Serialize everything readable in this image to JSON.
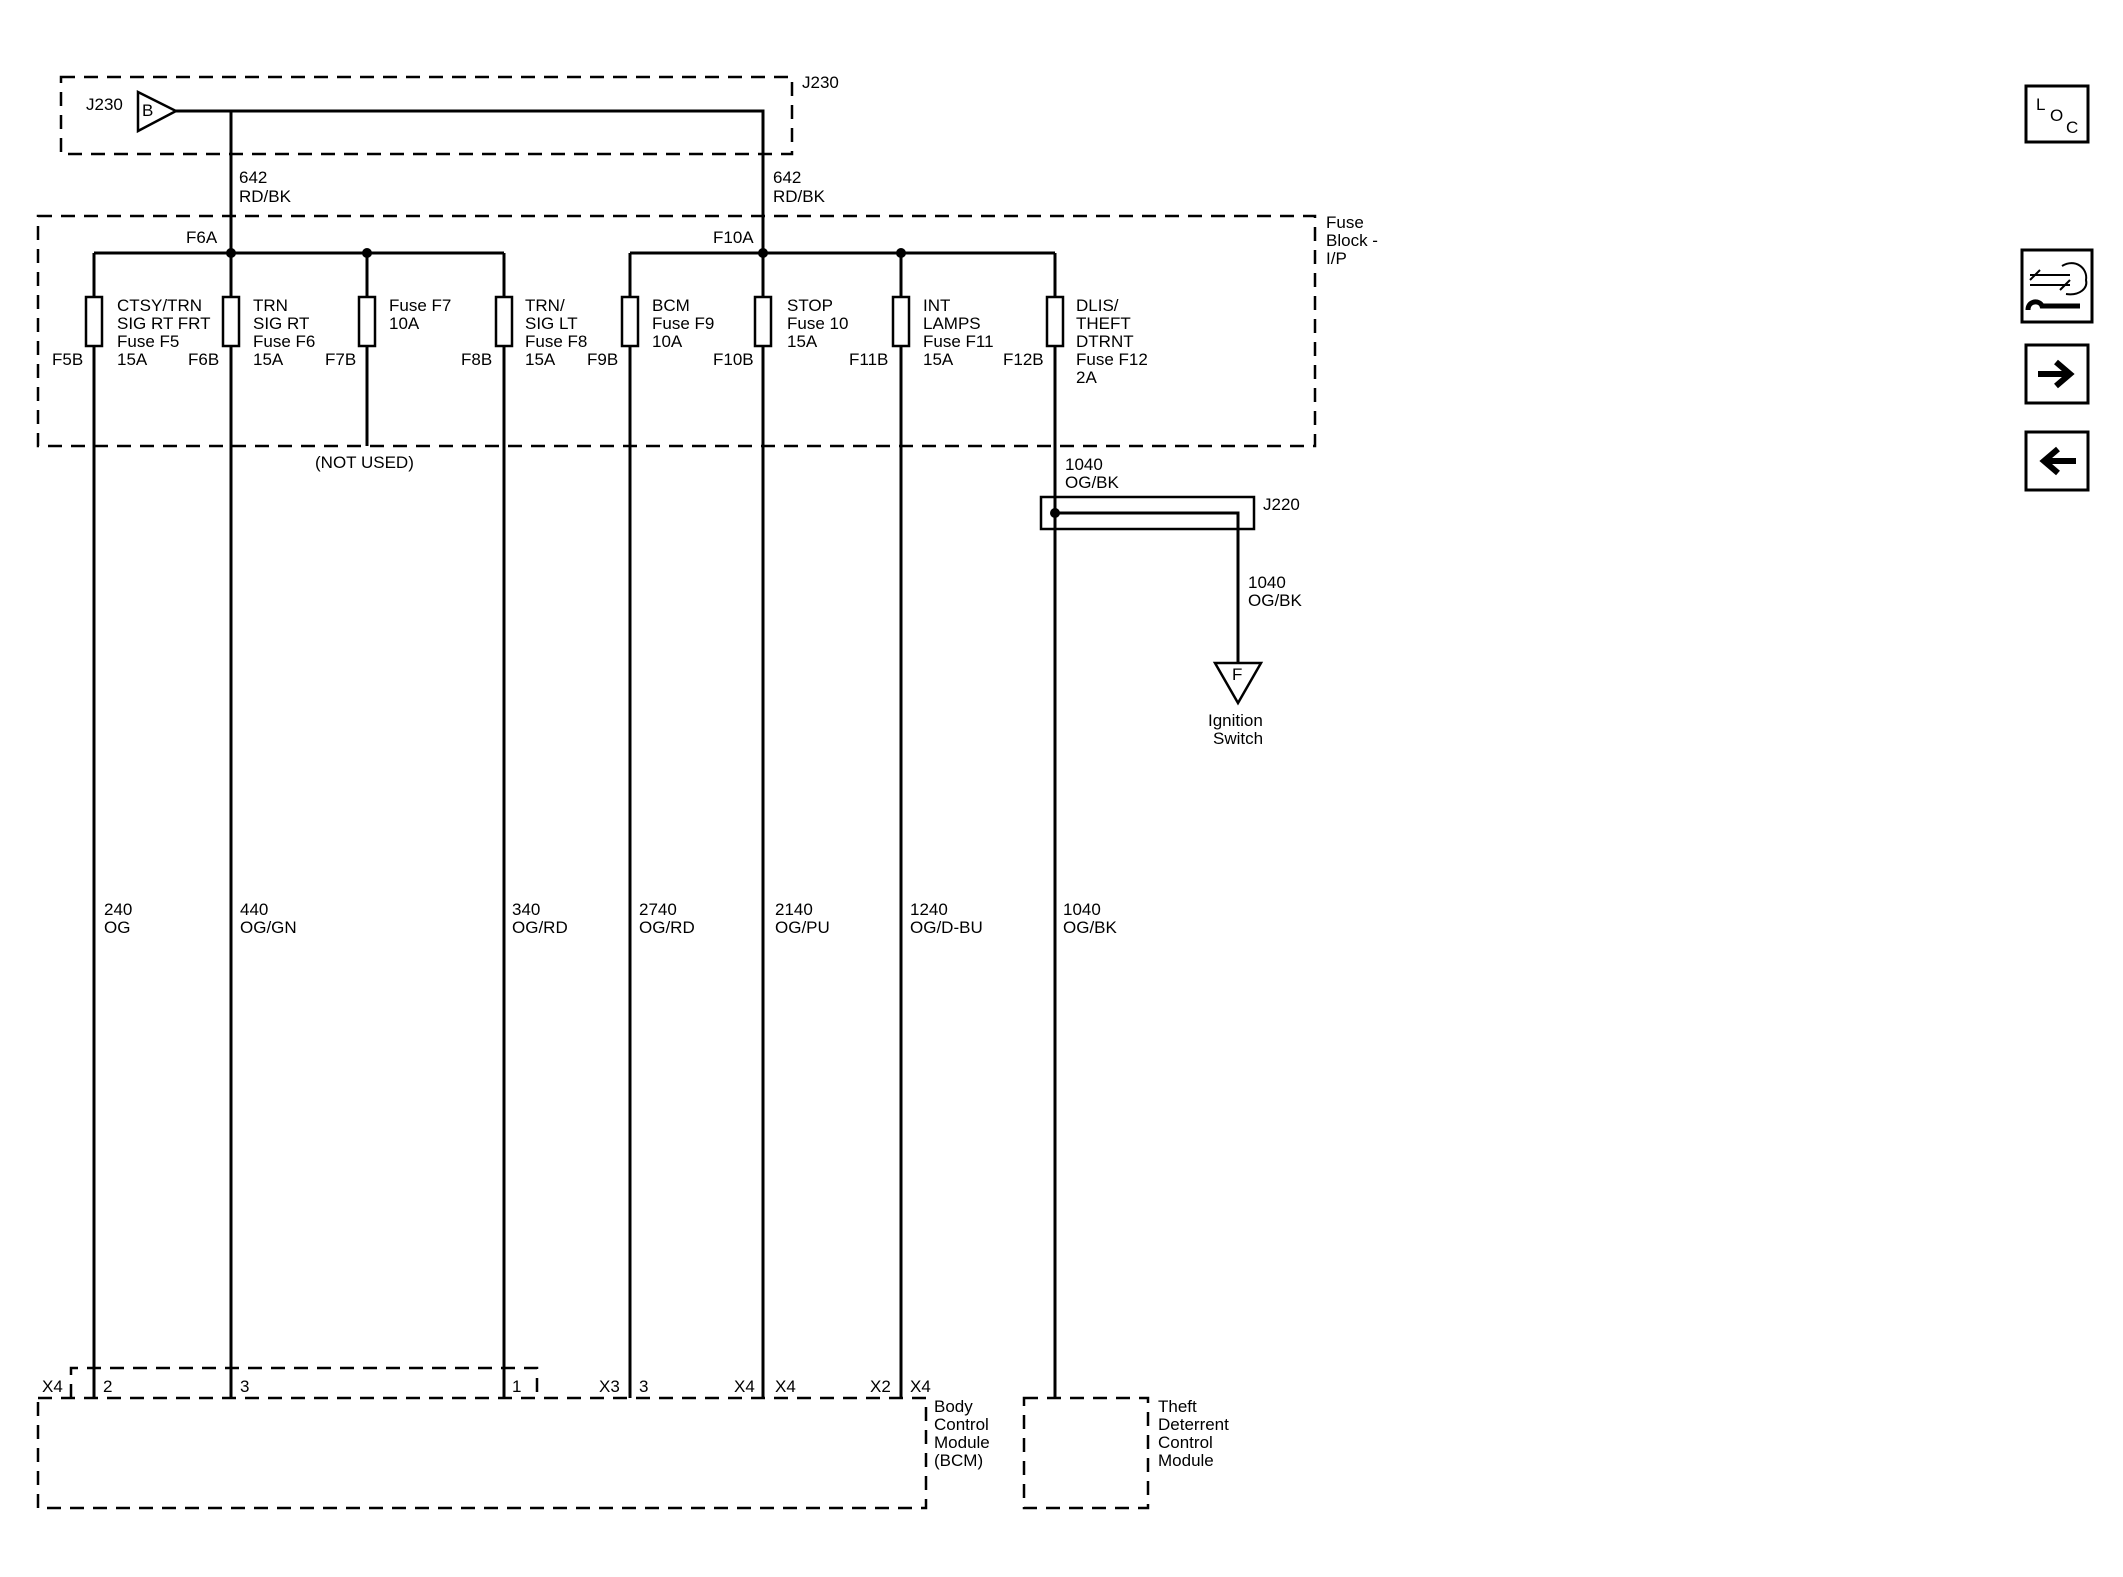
{
  "j230": {
    "label": "J230",
    "box_label": "J230",
    "pin": "B"
  },
  "feed_wires": [
    {
      "circuit": "642",
      "color": "RD/BK"
    },
    {
      "circuit": "642",
      "color": "RD/BK"
    }
  ],
  "fuse_block": {
    "label_lines": [
      "Fuse",
      "Block -",
      "I/P"
    ],
    "bus_a_label": "F6A",
    "bus_b_label": "F10A",
    "not_used": "(NOT USED)",
    "fuses": [
      {
        "pin": "F5B",
        "lines": [
          "CTSY/TRN",
          "SIG RT FRT",
          "Fuse F5",
          "15A"
        ]
      },
      {
        "pin": "F6B",
        "lines": [
          "TRN",
          "SIG RT",
          "Fuse F6",
          "15A"
        ]
      },
      {
        "pin": "F7B",
        "lines": [
          "Fuse F7",
          "10A"
        ]
      },
      {
        "pin": "F8B",
        "lines": [
          "TRN/",
          "SIG LT",
          "Fuse F8",
          "15A"
        ]
      },
      {
        "pin": "F9B",
        "lines": [
          "BCM",
          "Fuse F9",
          "10A"
        ]
      },
      {
        "pin": "F10B",
        "lines": [
          "STOP",
          "Fuse 10",
          "15A"
        ]
      },
      {
        "pin": "F11B",
        "lines": [
          "INT",
          "LAMPS",
          "Fuse F11",
          "15A"
        ]
      },
      {
        "pin": "F12B",
        "lines": [
          "DLIS/",
          "THEFT",
          "DTRNT",
          "Fuse F12",
          "2A"
        ]
      }
    ]
  },
  "output_wires": [
    {
      "circuit": "240",
      "color": "OG"
    },
    {
      "circuit": "440",
      "color": "OG/GN"
    },
    {
      "circuit": "340",
      "color": "OG/RD"
    },
    {
      "circuit": "2740",
      "color": "OG/RD"
    },
    {
      "circuit": "2140",
      "color": "OG/PU"
    },
    {
      "circuit": "1240",
      "color": "OG/D-BU"
    },
    {
      "circuit": "1040",
      "color": "OG/BK"
    }
  ],
  "splice": {
    "label": "J220",
    "in_wire": {
      "circuit": "1040",
      "color": "OG/BK"
    },
    "out_wire": {
      "circuit": "1040",
      "color": "OG/BK"
    }
  },
  "ignition": {
    "pin": "F",
    "lines": [
      "Ignition",
      "Switch"
    ]
  },
  "bcm": {
    "lines": [
      "Body",
      "Control",
      "Module",
      "(BCM)"
    ],
    "pins": [
      {
        "connector": "X4",
        "pin": "2"
      },
      {
        "pin": "3"
      },
      {
        "pin": "1"
      },
      {
        "connector": "X3",
        "pin": "3"
      },
      {
        "connector": "X4",
        "pin": "X4"
      },
      {
        "connector": "X2",
        "pin": "X4"
      }
    ]
  },
  "tdcm": {
    "lines": [
      "Theft",
      "Deterrent",
      "Control",
      "Module"
    ]
  },
  "toolbar": {
    "loc_letters": [
      "L",
      "O",
      "C"
    ]
  }
}
